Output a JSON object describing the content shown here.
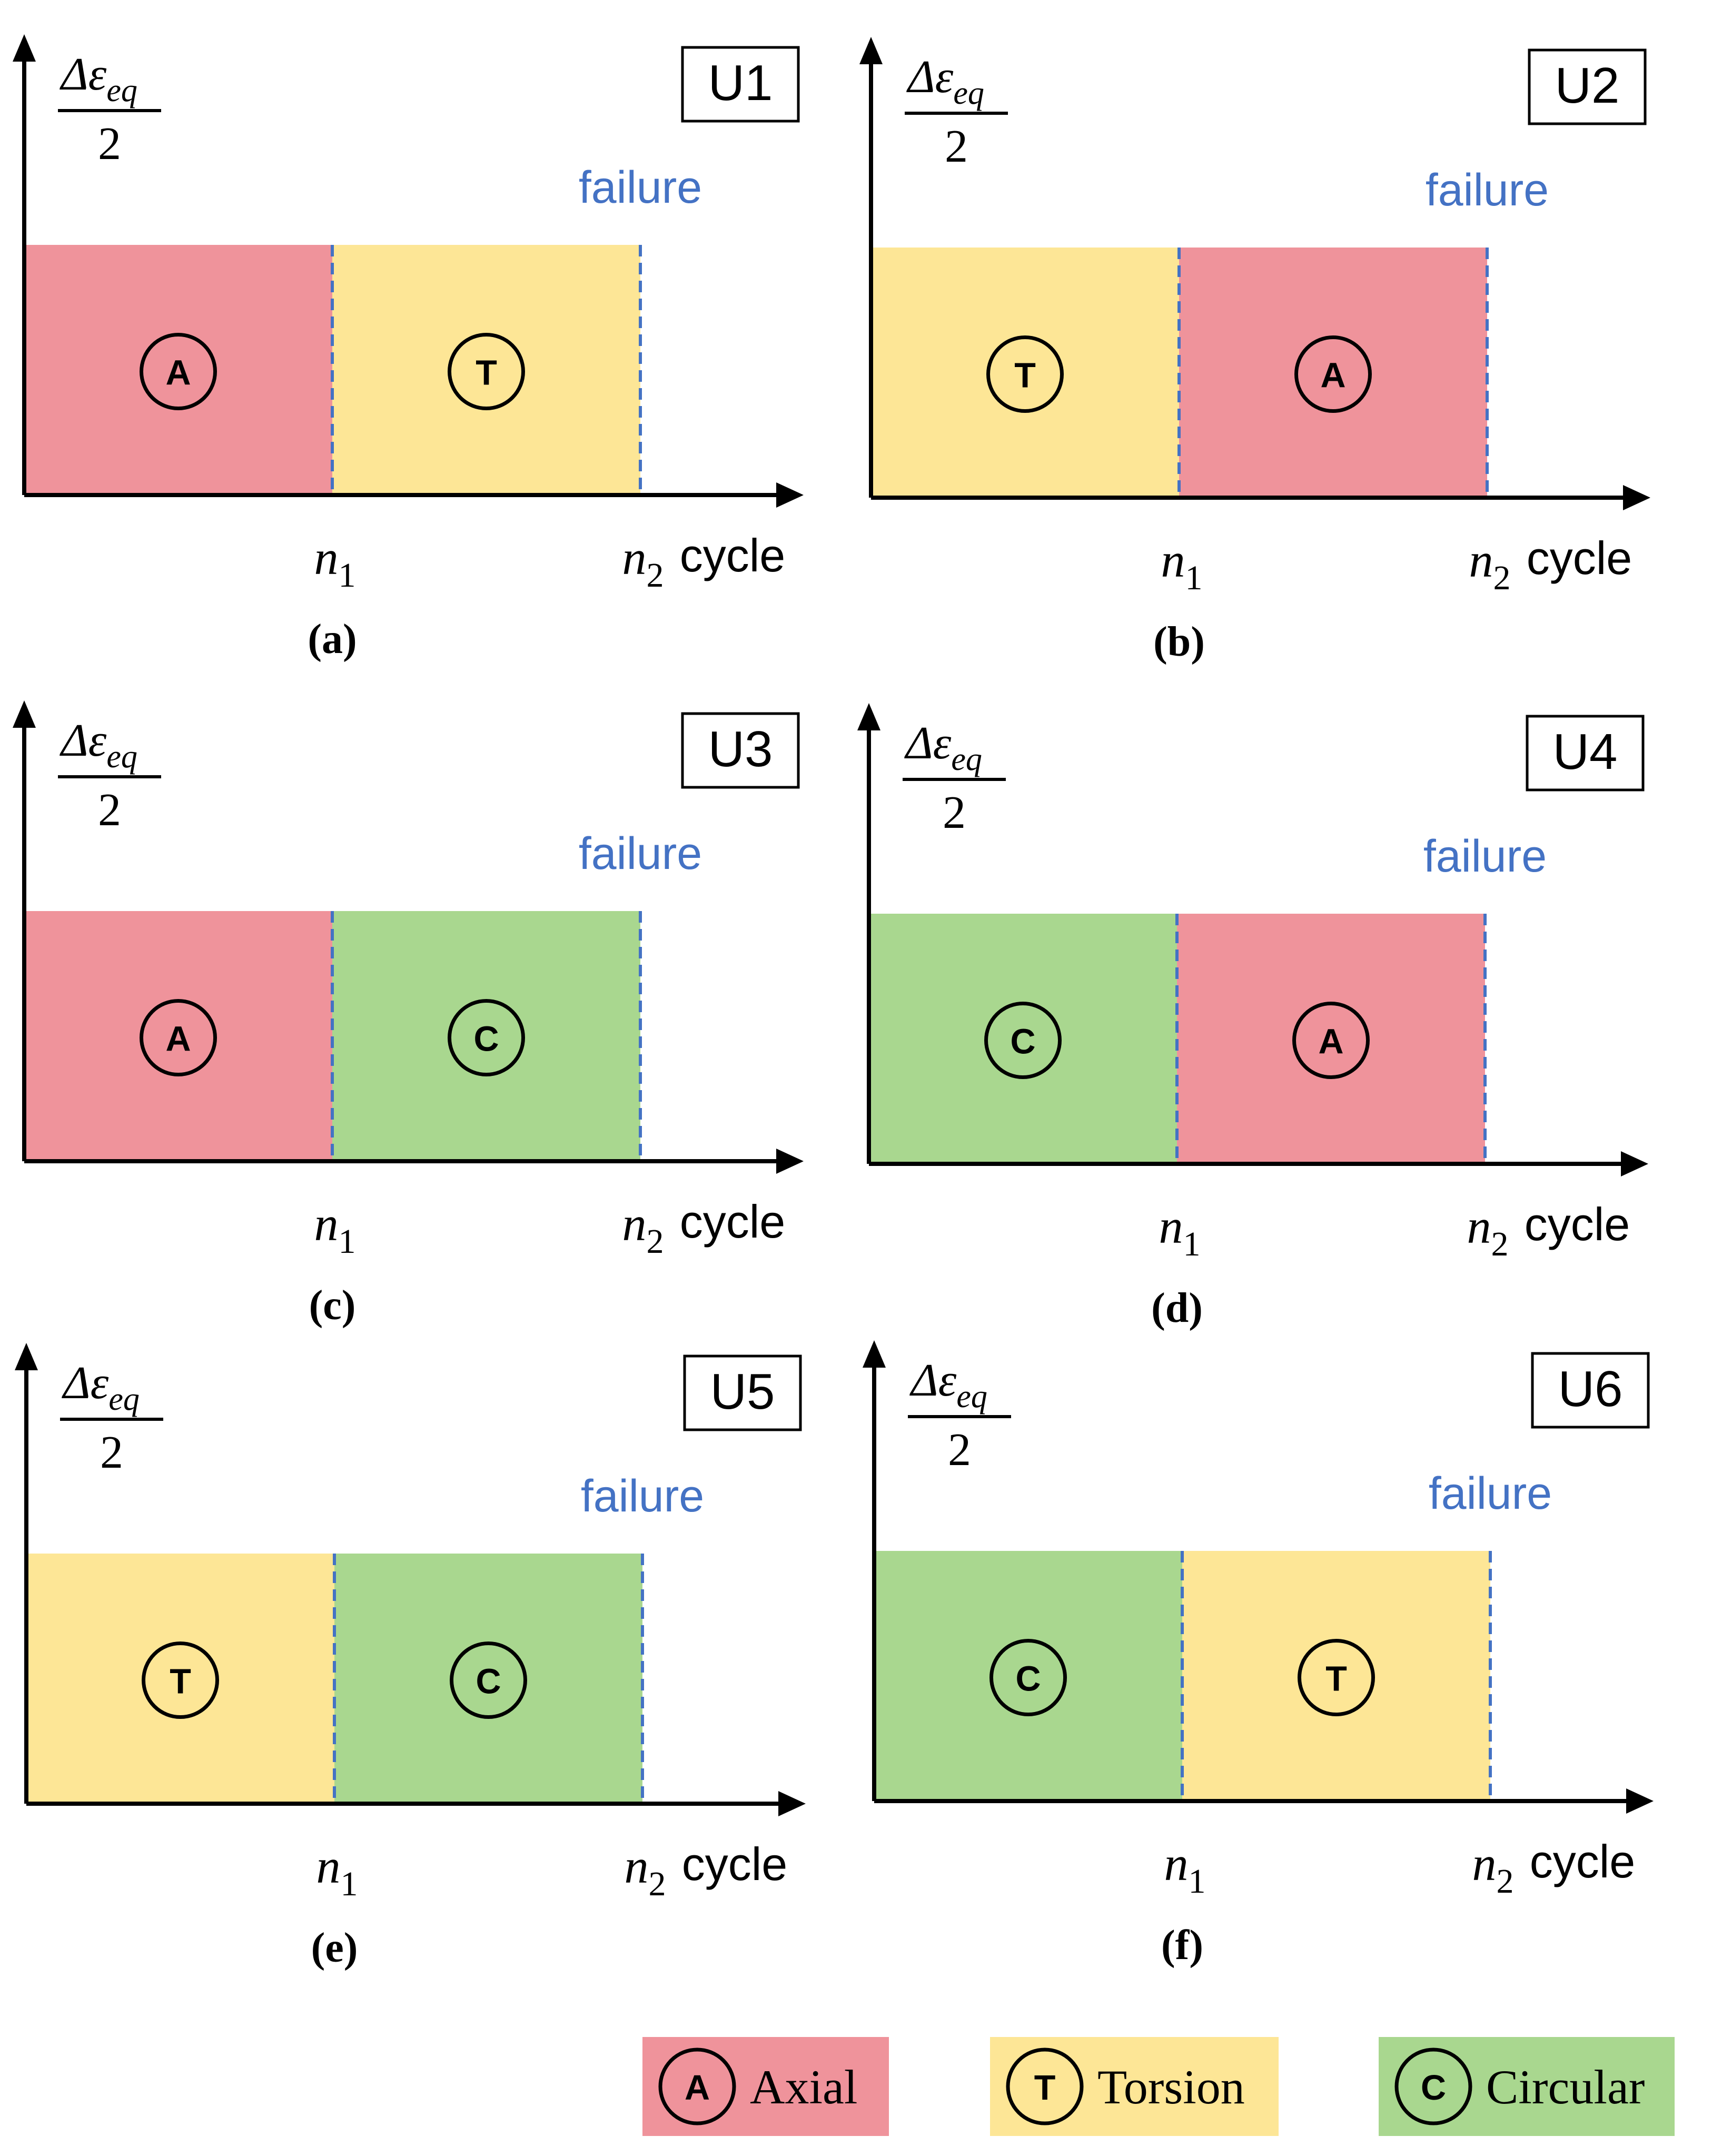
{
  "colors": {
    "axial": "#ef939b",
    "torsion": "#fde696",
    "circular": "#a9d78f",
    "failure_text": "#4472c4",
    "dash": "#4472c4",
    "axis": "#000000"
  },
  "symbols": {
    "axial": "A",
    "torsion": "T",
    "circular": "C"
  },
  "axis_labels": {
    "y_numerator": "Δε",
    "y_subscript": "eq",
    "y_denominator": "2",
    "x_label": "cycle",
    "n1_base": "n",
    "n1_sub": "1",
    "n2_base": "n",
    "n2_sub": "2",
    "failure": "failure"
  },
  "panels": [
    {
      "id": "U1",
      "caption": "(a)",
      "first": "axial",
      "second": "torsion"
    },
    {
      "id": "U2",
      "caption": "(b)",
      "first": "torsion",
      "second": "axial"
    },
    {
      "id": "U3",
      "caption": "(c)",
      "first": "axial",
      "second": "circular"
    },
    {
      "id": "U4",
      "caption": "(d)",
      "first": "circular",
      "second": "axial"
    },
    {
      "id": "U5",
      "caption": "(e)",
      "first": "torsion",
      "second": "circular"
    },
    {
      "id": "U6",
      "caption": "(f)",
      "first": "circular",
      "second": "torsion"
    }
  ],
  "legend": [
    {
      "key": "axial",
      "symbol": "A",
      "label": "Axial"
    },
    {
      "key": "torsion",
      "symbol": "T",
      "label": "Torsion"
    },
    {
      "key": "circular",
      "symbol": "C",
      "label": "Circular"
    }
  ]
}
